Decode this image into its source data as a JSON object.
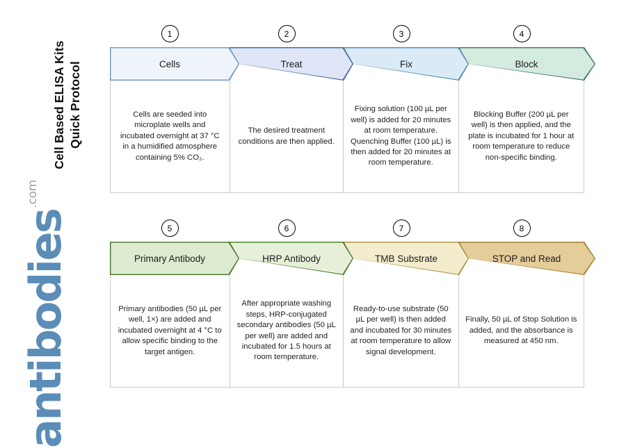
{
  "title": {
    "line1": "Cell Based ELISA Kits",
    "line2": "Quick Protocol"
  },
  "logo": {
    "word": "antibodies",
    "tld": ".com",
    "color": "#5b8db8"
  },
  "rows": [
    {
      "steps": [
        {
          "number": "1",
          "label": "Cells",
          "body": "Cells are seeded into microplate wells and incubated overnight at 37 °C in a humidified atmosphere containing 5% CO₂.",
          "fill": "#eef4fa",
          "stroke": "#6f93bf"
        },
        {
          "number": "2",
          "label": "Treat",
          "body": "The desired treatment conditions are then applied.",
          "fill": "#dfe6f7",
          "stroke": "#3c5f91"
        },
        {
          "number": "3",
          "label": "Fix",
          "body": "Fixing solution (100 µL per well) is added for 20 minutes at room temperature. Quenching Buffer (100 µL) is then added for 20 minutes at room temperature.",
          "fill": "#daeaf7",
          "stroke": "#4a85a8"
        },
        {
          "number": "4",
          "label": "Block",
          "body": "Blocking Buffer (200 µL per well) is then applied, and the plate is incubated for 1 hour at room temperature to reduce non-specific binding.",
          "fill": "#d3ecdf",
          "stroke": "#3c6b63"
        }
      ]
    },
    {
      "steps": [
        {
          "number": "5",
          "label": "Primary Antibody",
          "body": "Primary antibodies (50 µL per well, 1×) are added and incubated overnight at 4 °C to allow specific binding to the target antigen.",
          "fill": "#dcebd0",
          "stroke": "#47702a"
        },
        {
          "number": "6",
          "label": "HRP Antibody",
          "body": "After appropriate washing steps, HRP-conjugated secondary antibodies (50 µL per well) are added and incubated for 1.5 hours at room temperature.",
          "fill": "#e6f0d8",
          "stroke": "#3f7a22"
        },
        {
          "number": "7",
          "label": "TMB Substrate",
          "body": "Ready-to-use substrate (50 µL per well) is then added and incubated for 30 minutes at room temperature to allow signal development.",
          "fill": "#f4edcd",
          "stroke": "#b08a46"
        },
        {
          "number": "8",
          "label": "STOP and Read",
          "body": "Finally, 50 µL of Stop Solution is added, and the absorbance is measured at 450 nm.",
          "fill": "#e5cd9a",
          "stroke": "#9e7a2e"
        }
      ]
    }
  ],
  "layout": {
    "col_edges": [
      0,
      172,
      336,
      502,
      682
    ],
    "notch": 14,
    "tip": 16
  }
}
